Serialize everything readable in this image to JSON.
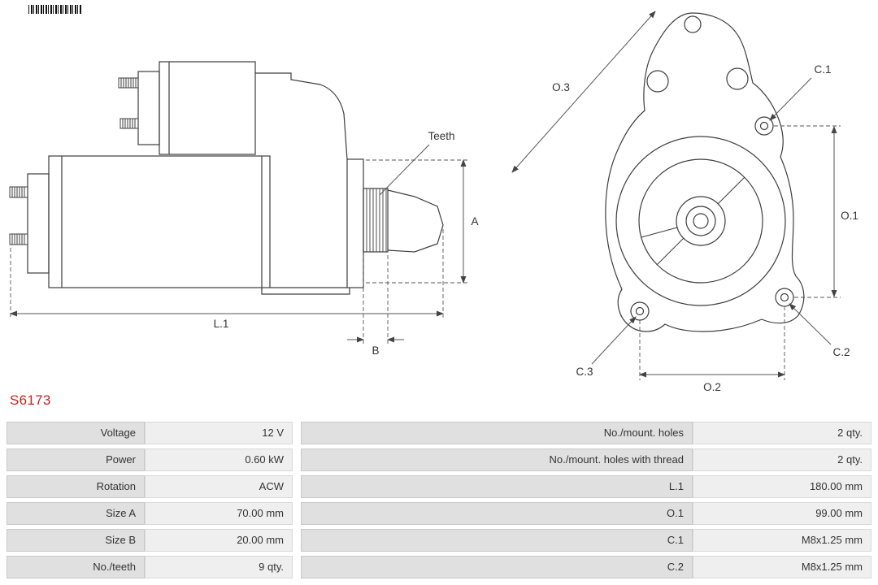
{
  "part": {
    "number": "S6173"
  },
  "colors": {
    "part_number": "#cc1f1f",
    "label_cell": "#e0e0e0",
    "value_cell": "#efefef",
    "drawing_line": "#3d3d3d"
  },
  "diagram": {
    "side": {
      "teeth": "Teeth",
      "a": "A",
      "l1": "L.1",
      "b": "B"
    },
    "front": {
      "o1": "O.1",
      "o2": "O.2",
      "o3": "O.3",
      "c1": "C.1",
      "c2": "C.2",
      "c3": "C.3"
    }
  },
  "specs": {
    "left": [
      {
        "label": "Voltage",
        "value": "12 V"
      },
      {
        "label": "Power",
        "value": "0.60 kW"
      },
      {
        "label": "Rotation",
        "value": "ACW"
      },
      {
        "label": "Size A",
        "value": "70.00 mm"
      },
      {
        "label": "Size B",
        "value": "20.00 mm"
      },
      {
        "label": "No./teeth",
        "value": "9 qty."
      }
    ],
    "right": [
      {
        "label": "No./mount. holes",
        "value": "2 qty."
      },
      {
        "label": "No./mount. holes with thread",
        "value": "2 qty."
      },
      {
        "label": "L.1",
        "value": "180.00 mm"
      },
      {
        "label": "O.1",
        "value": "99.00 mm"
      },
      {
        "label": "C.1",
        "value": "M8x1.25 mm"
      },
      {
        "label": "C.2",
        "value": "M8x1.25 mm"
      }
    ]
  }
}
